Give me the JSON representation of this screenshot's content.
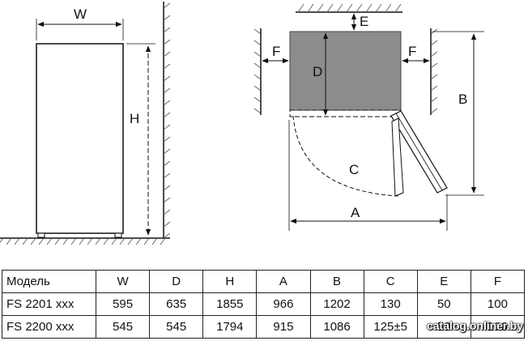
{
  "drawing": {
    "front_labels": {
      "width": "W",
      "height": "H"
    },
    "plan_labels": {
      "e": "E",
      "f_left": "F",
      "f_right": "F",
      "d": "D",
      "b": "B",
      "c": "C",
      "a": "A"
    }
  },
  "table": {
    "headers": [
      "Модель",
      "W",
      "D",
      "H",
      "A",
      "B",
      "C",
      "E",
      "F"
    ],
    "rows": [
      [
        "FS 2201 xxx",
        "595",
        "635",
        "1855",
        "966",
        "1202",
        "130",
        "50",
        "100"
      ],
      [
        "FS 2200 xxx",
        "545",
        "545",
        "1794",
        "915",
        "1086",
        "125±5",
        "50",
        "100"
      ]
    ]
  },
  "watermark": "catalog.onliner.by",
  "colors": {
    "line": "#111111",
    "body_fill": "#8c8c8c",
    "hatch": "#555555"
  }
}
